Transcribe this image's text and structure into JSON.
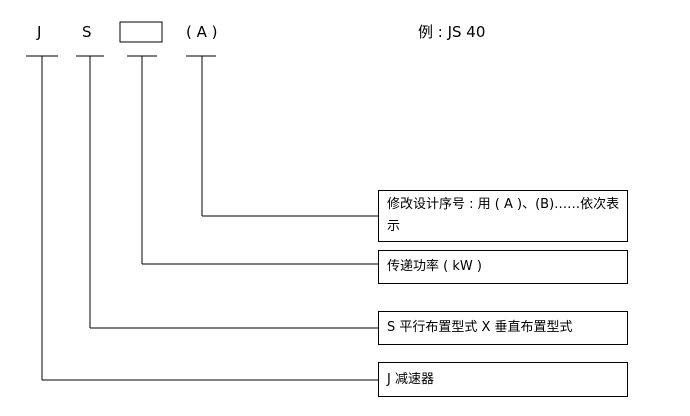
{
  "code": {
    "j": "J",
    "s": "S",
    "variant": "( A )"
  },
  "example": "例 : JS 40",
  "legend": [
    {
      "id": "revision",
      "text": "修改设计序号 : 用 ( A )、(B)……依次表示"
    },
    {
      "id": "power",
      "text": "传递功率 ( kW )"
    },
    {
      "id": "layout",
      "text": "S 平行布置型式  X 垂直布置型式"
    },
    {
      "id": "reducer",
      "text": "J 减速器"
    }
  ]
}
